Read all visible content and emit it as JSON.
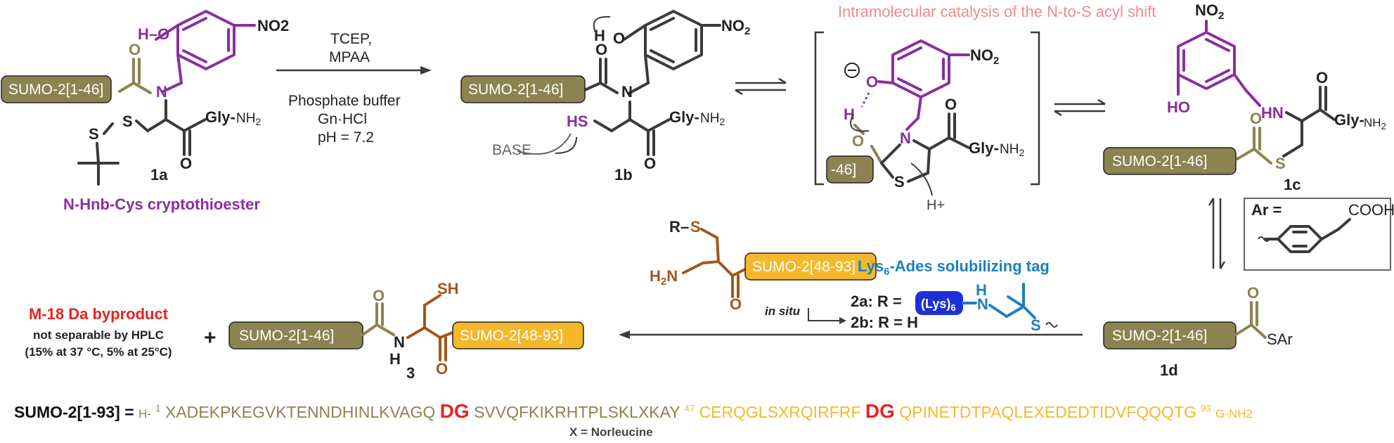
{
  "diagram": {
    "catalysis_title": "Intramolecular catalysis of the N-to-S acyl shift",
    "subtitle_compound": "N-Hnb-Cys cryptothioester",
    "conditions": [
      "TCEP,",
      "MPAA",
      "Phosphate buffer",
      "Gn·HCl",
      "pH = 7.2"
    ],
    "base_label": "BASE",
    "proton_label": "H+",
    "compound_labels": {
      "c1a": "1a",
      "c1b": "1b",
      "c1c": "1c",
      "c1d": "1d",
      "c3": "3"
    },
    "fragment_labels": {
      "sumo_1_46": "SUMO-2[1-46]",
      "sumo_48_93": "SUMO-2[48-93]",
      "sumo_46_short": "-46]"
    },
    "group_labels": {
      "gly_nh2": "Gly-NH2",
      "no2": "NO2",
      "sar": "SAr",
      "cooh": "COOH",
      "ar_eq": "Ar =",
      "lys6": "(Lys)6",
      "in_situ": "in situ",
      "r_2a": "2a: R =",
      "r_2b": "2b: R = H",
      "tag_label": "Lys6-Ades solubilizing tag"
    },
    "byproduct": {
      "title": "M-18 Da byproduct",
      "line1": "not separable by HPLC",
      "line2": "(15% at 37 °C, 5% at 25°C)"
    },
    "sequence": {
      "prefix": "SUMO-2[1-93] = ",
      "h": "H-",
      "sup1": "1",
      "part1": "XADEKPKEGVKTENNDHINLKVAGQ",
      "dg1": "DG",
      "part2": "SVVQFKIKRHTPLSKLXKAY",
      "sup47": "47",
      "part3": "CERQGLSXRQIRFRF",
      "dg2": "DG",
      "part4": "QPINETDTPAQLEXEDEDTIDVFQQQTG",
      "sup93": "93",
      "end": "G-NH2",
      "footnote": "X = Norleucine"
    },
    "colors": {
      "olive": "#8c8350",
      "yellow": "#f5b82a",
      "purple": "#8b2ea0",
      "brown": "#a2561c",
      "blue": "#1e7fc0",
      "red": "#e8231f",
      "salmon": "#f08a8a"
    }
  }
}
